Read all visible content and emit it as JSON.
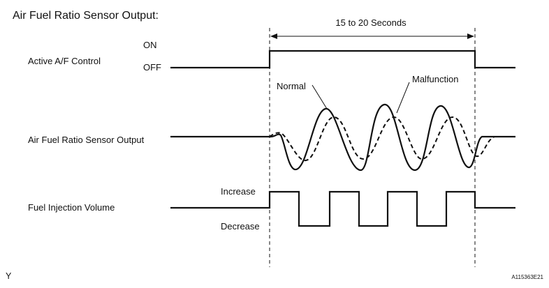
{
  "title": "Air Fuel Ratio Sensor Output:",
  "duration_label": "15 to 20 Seconds",
  "signals": {
    "active_af": {
      "label": "Active A/F Control",
      "on_label": "ON",
      "off_label": "OFF"
    },
    "sensor_output": {
      "label": "Air Fuel Ratio Sensor Output",
      "normal_label": "Normal",
      "malfunction_label": "Malfunction"
    },
    "injection": {
      "label": "Fuel Injection Volume",
      "increase_label": "Increase",
      "decrease_label": "Decrease"
    }
  },
  "footer": {
    "left_mark": "Y",
    "figure_id": "A115363E21"
  }
}
